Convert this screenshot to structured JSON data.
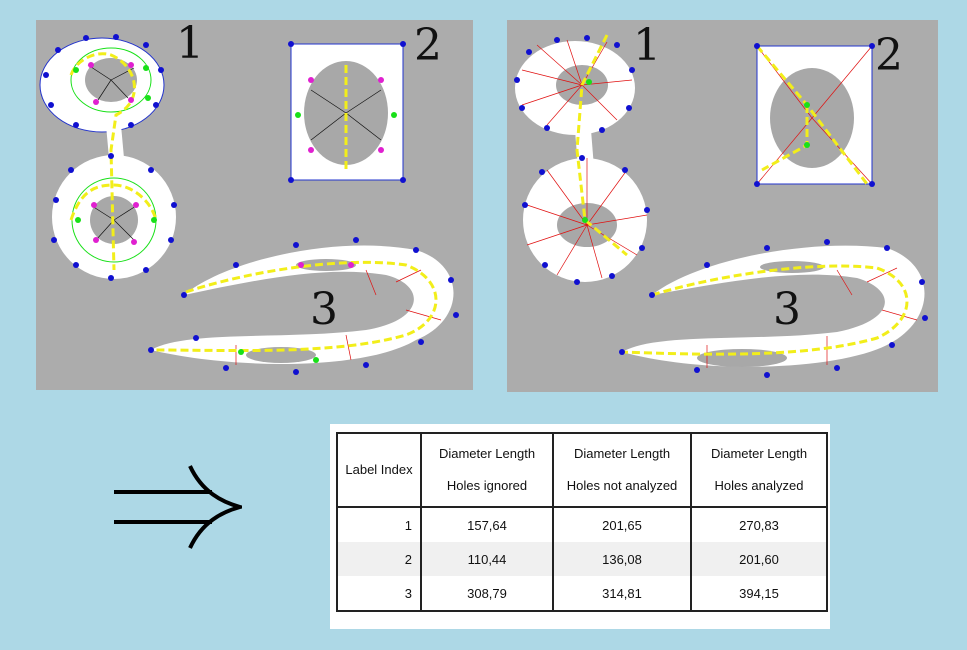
{
  "labels": {
    "left": [
      "1",
      "2",
      "3"
    ],
    "right": [
      "1",
      "2",
      "3"
    ]
  },
  "table": {
    "headers": [
      {
        "line1": "Label Index",
        "line2": ""
      },
      {
        "line1": "Diameter Length",
        "line2": "Holes ignored"
      },
      {
        "line1": "Diameter Length",
        "line2": "Holes not analyzed"
      },
      {
        "line1": "Diameter Length",
        "line2": "Holes analyzed"
      }
    ],
    "rows": [
      {
        "index": "1",
        "ignored": "157,64",
        "not_analyzed": "201,65",
        "analyzed": "270,83"
      },
      {
        "index": "2",
        "ignored": "110,44",
        "not_analyzed": "136,08",
        "analyzed": "201,60"
      },
      {
        "index": "3",
        "ignored": "308,79",
        "not_analyzed": "314,81",
        "analyzed": "394,15"
      }
    ]
  },
  "colors": {
    "background": "#add8e6",
    "panel": "#acacac",
    "shape_fill": "#ffffff",
    "hole": "#a8a8a8",
    "vertex": "#1010d0",
    "diameter": "#f2ee1a",
    "inner_vertex_green": "#18e018",
    "inner_vertex_magenta": "#e020d0",
    "spoke": "#e01010"
  }
}
